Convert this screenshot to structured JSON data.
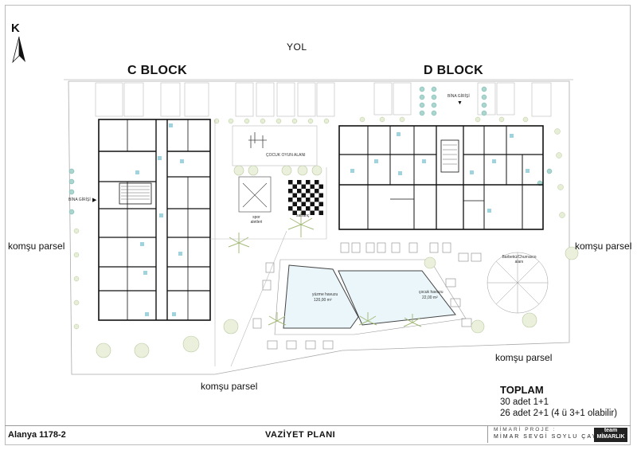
{
  "north": {
    "letter": "K"
  },
  "road_label": "YOL",
  "blocks": {
    "c": "C BLOCK",
    "d": "D BLOCK"
  },
  "entries": {
    "c": "BİNA GİRİŞİ",
    "d": "BİNA GİRİŞİ"
  },
  "parcels": {
    "left": "komşu parsel",
    "right": "komşu parsel",
    "bottom": "komşu parsel",
    "middle": "komşu parsel"
  },
  "site_labels": {
    "playground": "ÇOCUK OYUN ALANI",
    "sport": "spor aletleri",
    "chess": "satranç",
    "barbecue": "Barbekü/Churrasco alanı",
    "pool_main": "yüzme havuzu",
    "pool_main_area": "120,00 m²",
    "pool_kids": "çocuk havuzu",
    "pool_kids_area": "22,00 m²"
  },
  "totals": {
    "title": "TOPLAM",
    "line1": "30 adet 1+1",
    "line2": "26 adet 2+1 (4 ü 3+1 olabilir)"
  },
  "footer": {
    "project_code": "Alanya 1178-2",
    "plan_title": "VAZİYET  PLANI",
    "credit_line1": "MİMARİ PROJE :",
    "credit_line2": "MİMAR SEVGİ SOYLU ÇAYLAK",
    "logo_line1": "team",
    "logo_line2": "MİMARLIK"
  }
}
